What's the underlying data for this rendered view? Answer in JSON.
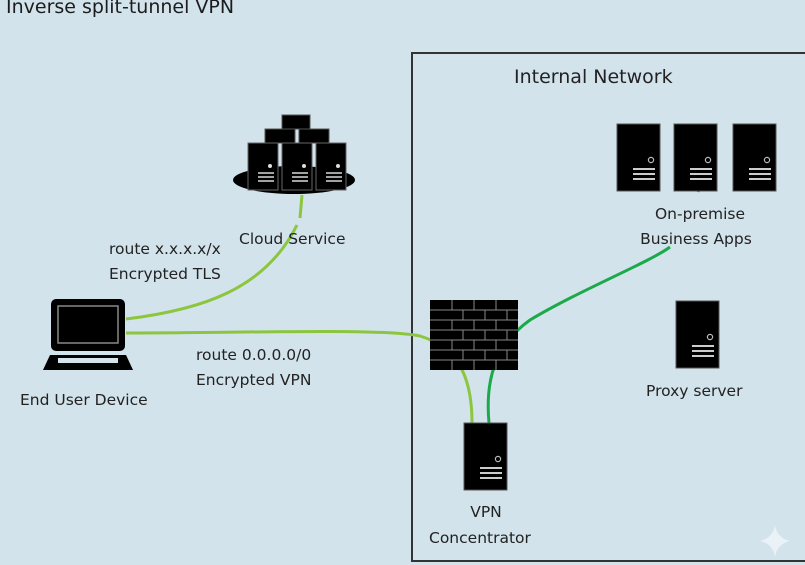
{
  "title": "Inverse split-tunnel VPN",
  "internal_network": {
    "label": "Internal Network"
  },
  "nodes": {
    "cloud_service": {
      "label": "Cloud Service",
      "icon": "cloud-servers-icon"
    },
    "end_user_device": {
      "label": "End User Device",
      "icon": "laptop-icon"
    },
    "firewall": {
      "label": "",
      "icon": "firewall-icon"
    },
    "vpn_concentrator": {
      "label_line1": "VPN",
      "label_line2": "Concentrator",
      "icon": "server-icon"
    },
    "business_apps": {
      "label_line1": "On-premise",
      "label_line2": "Business Apps",
      "icon": "server-icon",
      "count": 3
    },
    "proxy_server": {
      "label": "Proxy server",
      "icon": "server-icon"
    }
  },
  "links": {
    "tls": {
      "line1": "route x.x.x.x/x",
      "line2": "Encrypted TLS",
      "from": "End User Device",
      "to": "Cloud Service",
      "color": "#8cc63f"
    },
    "vpn": {
      "line1": "route 0.0.0.0/0",
      "line2": "Encrypted VPN",
      "from": "End User Device",
      "to": "VPN Concentrator",
      "color": "#8cc63f"
    },
    "internal": {
      "from": "VPN Concentrator",
      "to": "On-premise Business Apps",
      "color": "#1aaa4a"
    }
  },
  "colors": {
    "background": "#d2e3ec",
    "icon": "#000000",
    "border": "#333333"
  }
}
